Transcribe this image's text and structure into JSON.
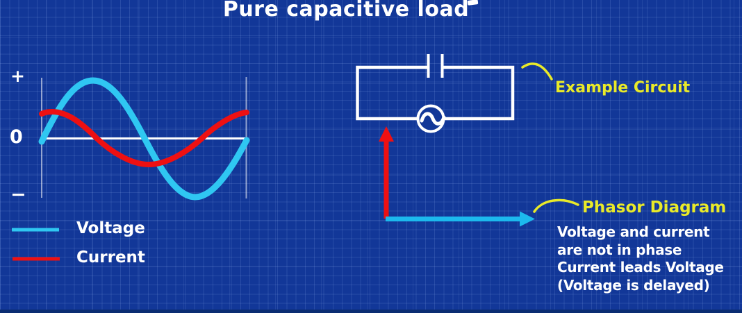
{
  "title": "Pure capacitive load",
  "colors": {
    "background": "#123798",
    "voltage": "#2fc7f2",
    "current": "#ee1012",
    "annotation_yellow": "#e9ea28",
    "line_white": "#ffffff"
  },
  "waveform": {
    "axis_labels": {
      "plus": "+",
      "zero": "0",
      "minus": "−"
    },
    "legend": [
      {
        "label": "Voltage",
        "color": "#2fc7f2"
      },
      {
        "label": "Current",
        "color": "#ee1012"
      }
    ],
    "series": [
      {
        "name": "Voltage",
        "color": "#2fc7f2",
        "shape": "sine",
        "phase_deg": 0,
        "relative_amplitude": 1.0,
        "periods_shown": 1
      },
      {
        "name": "Current",
        "color": "#ee1012",
        "shape": "sine",
        "phase_deg": 90,
        "relative_amplitude": 0.45,
        "periods_shown": 1
      }
    ]
  },
  "circuit": {
    "label": "Example Circuit",
    "components": [
      "capacitor",
      "ac-source"
    ]
  },
  "phasor": {
    "label": "Phasor Diagram",
    "vectors": [
      {
        "name": "current",
        "direction": "up",
        "color": "#ee1012"
      },
      {
        "name": "voltage",
        "direction": "right",
        "color": "#1cb9ed"
      }
    ],
    "notes": [
      "Voltage and current",
      "are not in phase",
      "Current leads Voltage",
      "(Voltage is delayed)"
    ]
  }
}
